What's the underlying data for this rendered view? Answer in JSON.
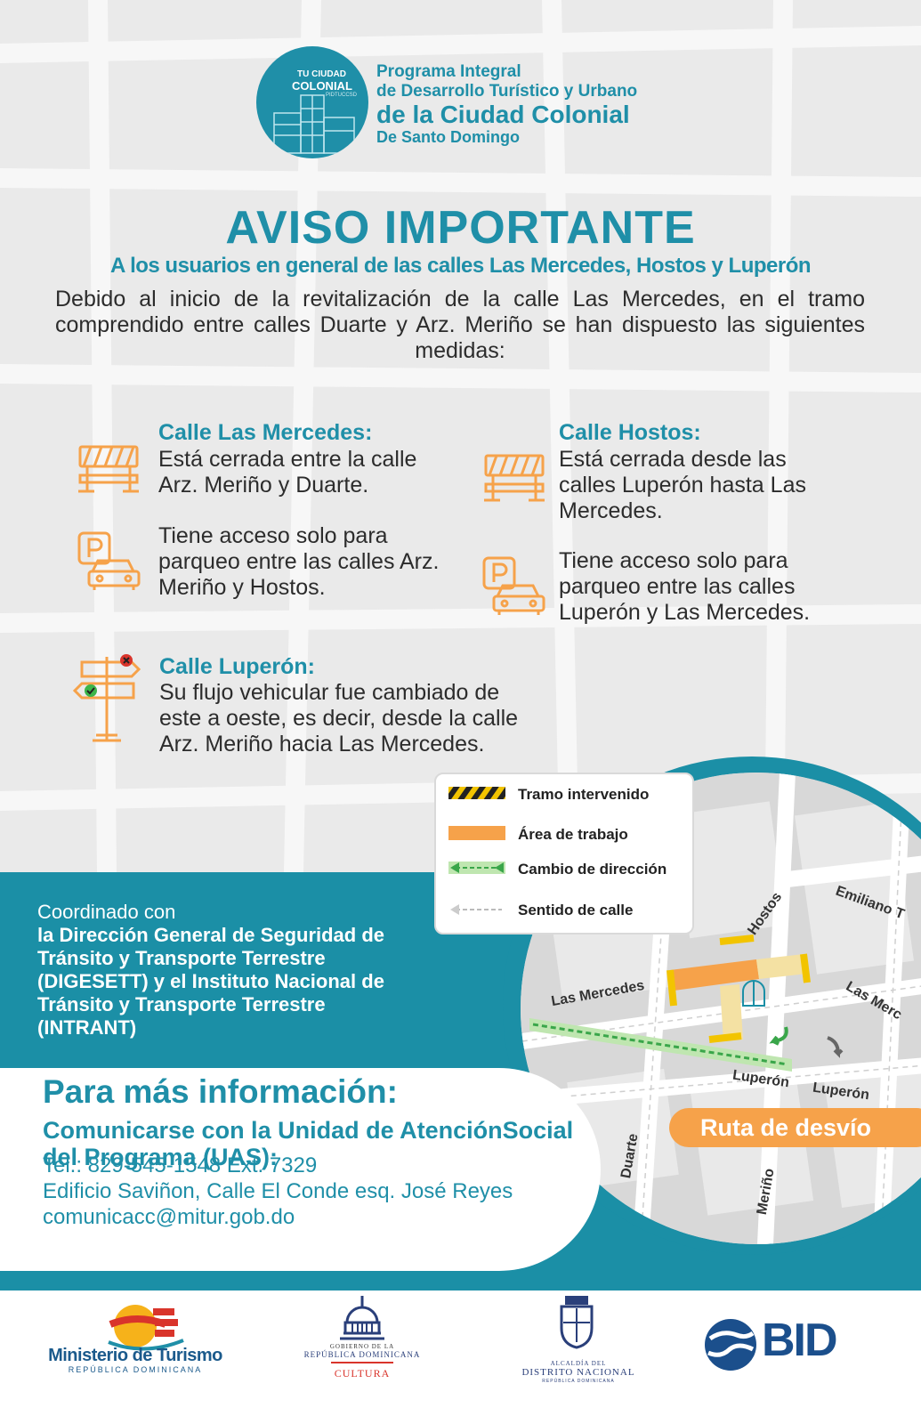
{
  "header": {
    "logo_line1": "TU CIUDAD",
    "logo_line2": "COLONIAL",
    "logo_line3": "PIDTUCCSD",
    "program_line1": "Programa Integral",
    "program_line2": "de Desarrollo Turístico y Urbano",
    "program_line3": "de la Ciudad Colonial",
    "program_line4": "De Santo Domingo"
  },
  "title": "AVISO IMPORTANTE",
  "subtitle": "A los usuarios en general de las calles Las Mercedes, Hostos y Luperón",
  "intro": "Debido al inicio de la revitalización de la calle Las Mercedes, en el tramo comprendido entre calles Duarte y Arz. Meriño se han dispuesto las siguientes medidas:",
  "measures": {
    "mercedes": {
      "heading": "Calle Las Mercedes:",
      "closed": "Está cerrada entre la calle Arz. Meriño y Duarte.",
      "parking": "Tiene acceso solo para parqueo entre las calles Arz. Meriño y Hostos."
    },
    "hostos": {
      "heading": "Calle Hostos:",
      "closed": "Está cerrada desde las calles Luperón hasta Las Mercedes.",
      "parking": "Tiene acceso solo para parqueo entre las calles Luperón y Las Mercedes."
    },
    "luperon": {
      "heading": "Calle Luperón:",
      "flow": "Su flujo vehicular fue cambiado de este a oeste, es decir, desde la calle Arz. Meriño hacia Las Mercedes."
    }
  },
  "coordination": {
    "intro": "Coordinado con",
    "body": "la Dirección General de Seguridad de Tránsito y Transporte Terrestre (DIGESETT) y el Instituto Nacional de Tránsito y Transporte Terrestre (INTRANT)"
  },
  "contact": {
    "title": "Para más información:",
    "subtitle": "Comunicarse con la Unidad de AtenciónSocial del Programa (UAS):",
    "phone": "Tel.: 829-545-1548 Ext. 7329",
    "address": "Edificio Saviñon, Calle El Conde esq. José Reyes",
    "email": "comunicacc@mitur.gob.do"
  },
  "legend": {
    "tramo": "Tramo intervenido",
    "area": "Área de trabajo",
    "cambio": "Cambio de dirección",
    "sentido": "Sentido de calle"
  },
  "map": {
    "ruta_label": "Ruta de desvío",
    "streets": {
      "hostos": "Hostos",
      "emiliano": "Emiliano T",
      "mercedes1": "Las Mercedes",
      "mercedes2": "Las Merc",
      "luperon1": "Luperón",
      "luperon2": "Luperón",
      "duarte": "Duarte",
      "merino": "Meriño"
    }
  },
  "footer": {
    "mitur_name": "Ministerio de Turismo",
    "mitur_country": "REPÚBLICA DOMINICANA",
    "gob_line1": "GOBIERNO DE LA",
    "gob_line2": "REPÚBLICA DOMINICANA",
    "gob_line3": "CULTURA",
    "adn_line1": "ALCALDÍA DEL",
    "adn_line2": "DISTRITO NACIONAL",
    "adn_line3": "REPÚBLICA DOMINICANA",
    "bid": "BID"
  },
  "colors": {
    "teal": "#1f8fa8",
    "orange": "#f6a24a",
    "text": "#2c2c2c"
  }
}
